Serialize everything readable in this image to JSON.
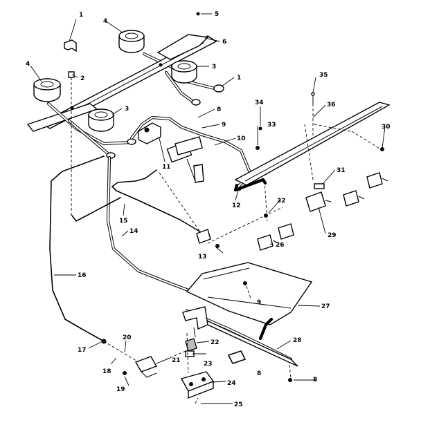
{
  "callouts": {
    "c1a": "1",
    "c1b": "1",
    "c2": "2",
    "c3a": "3",
    "c3b": "3",
    "c4a": "4",
    "c4b": "4",
    "c5": "5",
    "c6": "6",
    "c8a": "8",
    "c8b": "8",
    "c8c": "8",
    "c9a": "9",
    "c9b": "9",
    "c10": "10",
    "c11": "11",
    "c12": "12",
    "c13": "13",
    "c14": "14",
    "c15": "15",
    "c16": "16",
    "c17": "17",
    "c18": "18",
    "c19": "19",
    "c20": "20",
    "c21": "21",
    "c22": "22",
    "c23": "23",
    "c24": "24",
    "c25": "25",
    "c26": "26",
    "c27": "27",
    "c28": "28",
    "c29": "29",
    "c30": "30",
    "c31": "31",
    "c32": "32",
    "c33": "33",
    "c34": "34",
    "c35": "35",
    "c36": "36"
  }
}
